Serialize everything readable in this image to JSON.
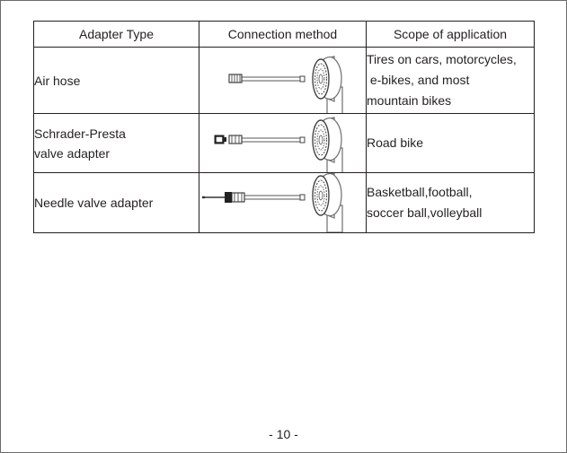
{
  "table": {
    "headers": [
      "Adapter Type",
      "Connection method",
      "Scope of application"
    ],
    "rows": [
      {
        "adapter_type": [
          "Air hose"
        ],
        "connection_icon": "pump-with-air-hose-icon",
        "scope": [
          "Tires on cars, motorcycles,",
          " e-bikes, and most",
          "mountain bikes"
        ]
      },
      {
        "adapter_type": [
          "Schrader-Presta",
          "valve adapter"
        ],
        "connection_icon": "pump-with-schrader-presta-adapter-icon",
        "scope": [
          "Road bike"
        ]
      },
      {
        "adapter_type": [
          "Needle valve adapter"
        ],
        "connection_icon": "pump-with-needle-valve-icon",
        "scope": [
          "Basketball,football,",
          "soccer ball,volleyball"
        ]
      }
    ]
  },
  "page_number": "- 10 -"
}
